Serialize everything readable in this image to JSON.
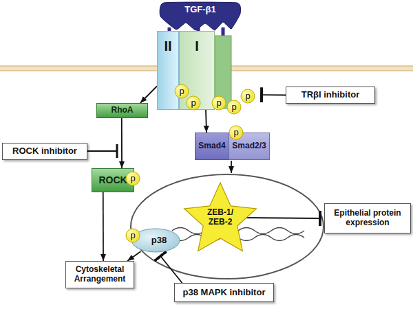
{
  "diagram": {
    "nodes": [
      {
        "text": [
          "TGF-β1"
        ]
      },
      {
        "text": [
          "II"
        ]
      },
      {
        "text": [
          "I"
        ]
      },
      {
        "text": [
          "p"
        ]
      },
      {
        "text": [
          "p"
        ]
      },
      {
        "text": [
          "p"
        ]
      },
      {
        "text": [
          "p"
        ]
      },
      {
        "text": [
          "p"
        ]
      },
      {
        "text": [
          "TRβI inhibitor"
        ]
      },
      {
        "text": [
          "RhoA"
        ]
      },
      {
        "text": [
          "ROCK inhibitor"
        ]
      },
      {
        "text": [
          "ROCK"
        ]
      },
      {
        "text": [
          "p"
        ]
      },
      {
        "text": [
          "Smad4"
        ]
      },
      {
        "text": [
          "Smad2/3"
        ]
      },
      {
        "text": [
          "p"
        ]
      },
      {
        "text": [
          "p38"
        ]
      },
      {
        "text": [
          "p"
        ]
      },
      {
        "text": [
          "ZEB-1/ ZEB-2"
        ]
      },
      {
        "text": [
          "Epithelial protein expression"
        ]
      },
      {
        "text": [
          "Cytoskeletal Arrangement"
        ]
      },
      {
        "text": [
          "p38 MAPK inhibitor"
        ]
      }
    ],
    "edges": [
      {
        "from": 1,
        "to": 9,
        "arrow": "to"
      },
      {
        "from": 2,
        "to": 13,
        "arrow": "to"
      },
      {
        "from": 8,
        "to": 2,
        "arrow": "to"
      },
      {
        "from": 9,
        "to": 11,
        "arrow": "to"
      },
      {
        "from": 11,
        "to": 20,
        "arrow": "to"
      },
      {
        "from": 16,
        "to": 20,
        "arrow": "to"
      },
      {
        "from": 18,
        "to": 19,
        "arrow": "to"
      },
      {
        "from": 21,
        "to": 16,
        "arrow": "to"
      }
    ]
  }
}
